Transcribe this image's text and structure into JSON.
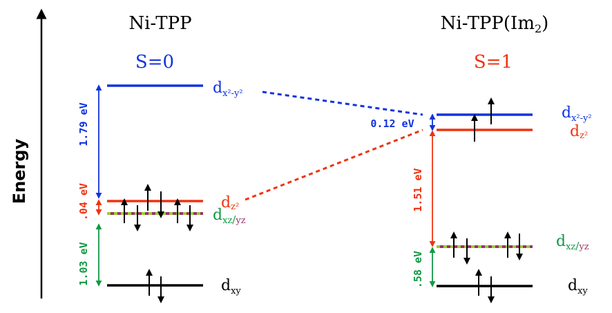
{
  "colors": {
    "blue": "#1133dd",
    "red": "#ee3311",
    "green": "#119944",
    "purple": "#993366",
    "lime": "#99cc33",
    "black": "#000000"
  },
  "axis": {
    "label": "Energy"
  },
  "left": {
    "title": "Ni-TPP",
    "spin": "S=0",
    "labels": {
      "dx2y2": {
        "main": "d",
        "sub": "x²-y²"
      },
      "dz2": {
        "main": "d",
        "sub": "z²"
      },
      "dxz": {
        "main": "d",
        "sub1": "xz",
        "slash": "/",
        "sub2": "yz"
      },
      "dxy": {
        "main": "d",
        "sub": "xy"
      }
    },
    "gaps": {
      "top": "1.79 eV",
      "mid": ".04 eV",
      "bottom": "1.03 eV"
    }
  },
  "right": {
    "title_main": "Ni-TPP(Im",
    "title_sub": "2",
    "title_close": ")",
    "spin": "S=1",
    "labels": {
      "dx2y2": {
        "main": "d",
        "sub": "x²-y²"
      },
      "dz2": {
        "main": "d",
        "sub": "z²"
      },
      "dxz": {
        "main": "d",
        "sub1": "xz",
        "slash": "/",
        "sub2": "yz"
      },
      "dxy": {
        "main": "d",
        "sub": "xy"
      }
    },
    "gaps": {
      "top": "0.12 eV",
      "mid": "1.51 eV",
      "bottom": ".58 eV"
    }
  }
}
